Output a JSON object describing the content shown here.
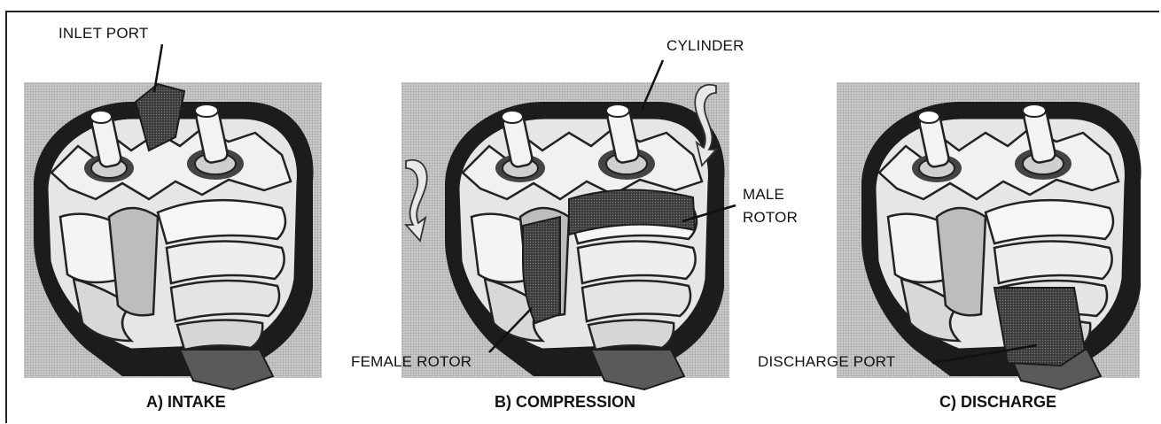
{
  "labels": {
    "inlet_port": "INLET PORT",
    "cylinder": "CYLINDER",
    "male_rotor_line1": "MALE",
    "male_rotor_line2": "ROTOR",
    "female_rotor": "FEMALE ROTOR",
    "discharge_port": "DISCHARGE PORT"
  },
  "captions": {
    "a": "A) INTAKE",
    "b": "B) COMPRESSION",
    "c": "C)  DISCHARGE"
  },
  "colors": {
    "ink": "#111111",
    "background": "#c9c9c9",
    "rotor_light": "#f2f2f2",
    "rotor_shade": "#8a8a8a",
    "casing": "#1c1c1c",
    "gas_dark": "#3a3a3a"
  }
}
